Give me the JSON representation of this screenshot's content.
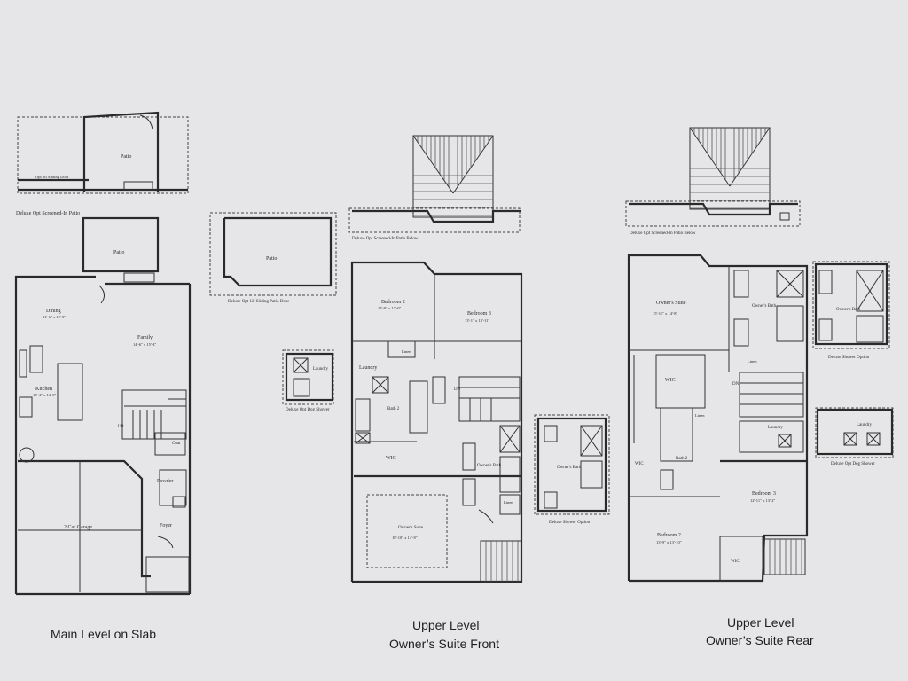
{
  "captions": {
    "main": "Main Level on Slab",
    "front_1": "Upper Level",
    "front_2": "Owner’s Suite Front",
    "rear_1": "Upper Level",
    "rear_2": "Owner’s Suite Rear"
  },
  "main_level": {
    "screened_patio_caption": "Deluxe Opt Screened-In Patio",
    "screened_patio_room": "Patio",
    "sliding_door": "Opt 8ft Sliding Door",
    "patio": "Patio",
    "dining": "Dining",
    "dining_dim": "11'-6\" x 12'-0\"",
    "family": "Family",
    "family_dim": "14'-6\" x 15'-4\"",
    "kitchen": "Kitchen",
    "kitchen_dim": "13'-4\" x 14'-0\"",
    "up": "UP",
    "coat": "Coat",
    "powder": "Powder",
    "garage": "2 Car Garage",
    "foyer": "Foyer"
  },
  "options_mid": {
    "patio": "Patio",
    "patio_caption": "Deluxe Opt 12' Sliding Patio Door",
    "laundry": "Laundry",
    "dog_shower_caption": "Deluxe Opt Dog Shower"
  },
  "suite_front": {
    "screened_caption": "Deluxe Opt Screened-In Patio Below",
    "bedroom2": "Bedroom 2",
    "bedroom2_dim": "12'-9\" x 13'-0\"",
    "bedroom3": "Bedroom 3",
    "bedroom3_dim": "13'-1\" x 13'-11\"",
    "linen": "Linen",
    "laundry": "Laundry",
    "bath2": "Bath 2",
    "dn": "DN",
    "wic": "WIC",
    "owners_bath": "Owner's Bath",
    "linen2": "Linen",
    "owners_suite": "Owner's Suite",
    "owners_suite_dim": "18'-10\" x 14'-8\"",
    "shower_caption": "Deluxe Shower Option",
    "shower_bath": "Owner's Bath"
  },
  "suite_rear": {
    "screened_caption": "Deluxe Opt Screened-In Patio Below",
    "owners_suite": "Owner's Suite",
    "owners_suite_dim": "15'-11\" x 14'-8\"",
    "owners_bath": "Owner's Bath",
    "linen": "Linen",
    "wic": "WIC",
    "dn": "DN",
    "linen2": "Linen",
    "laundry": "Laundry",
    "bath2": "Bath 2",
    "wic2": "WIC",
    "bedroom3": "Bedroom 3",
    "bedroom3_dim": "12'-11\" x 13'-2\"",
    "bedroom2": "Bedroom 2",
    "bedroom2_dim": "13'-9\" x 13'-10\"",
    "wic3": "WIC",
    "shower_bath": "Owner's Bath",
    "shower_caption": "Deluxe Shower Option",
    "laundry_opt": "Laundry",
    "dog_shower_caption": "Deluxe Opt Dog Shower"
  }
}
